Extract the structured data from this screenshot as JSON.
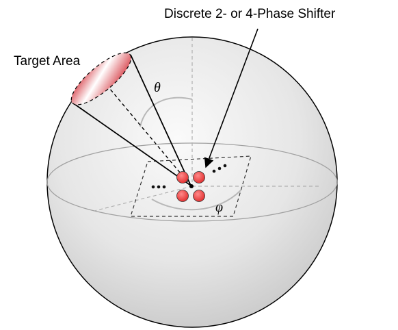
{
  "labels": {
    "phase_shifter": "Discrete 2- or 4-Phase Shifter",
    "target_area": "Target Area",
    "theta": "θ",
    "phi": "φ"
  },
  "colors": {
    "element_fill": "#e8403f",
    "sphere_edge": "#c8c8c8",
    "sphere_center": "#fafafa",
    "outline": "#000000",
    "guide_line": "#aaaaaa"
  }
}
